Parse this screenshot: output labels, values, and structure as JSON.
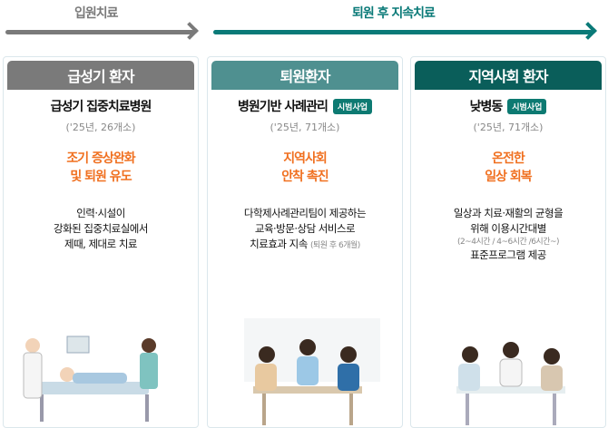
{
  "phases": [
    {
      "label": "입원치료",
      "color": "#7a7a7a"
    },
    {
      "label": "퇴원 후 지속치료",
      "color": "#0a7a78"
    }
  ],
  "cards": [
    {
      "header": "급성기 환자",
      "header_color": "#7a7a7a",
      "title": "급성기 집중치료병원",
      "badge": null,
      "sub": "('25년, 26개소)",
      "goal": [
        "조기 증상완화",
        "및 퇴원 유도"
      ],
      "desc": [
        "인력·시설이",
        "강화된 집중치료실에서",
        "제때, 제대로 치료"
      ],
      "illustration": "hospital-bed-illustration"
    },
    {
      "header": "퇴원환자",
      "header_color": "#4f9090",
      "title": "병원기반 사례관리",
      "badge": "시범사업",
      "sub": "('25년, 71개소)",
      "goal": [
        "지역사회",
        "안착 촉진"
      ],
      "desc": [
        "다학제사례관리팀이 제공하는",
        "교육·방문·상담 서비스로",
        "치료효과 지속"
      ],
      "desc_note": "(퇴원 후 6개월)",
      "illustration": "counseling-illustration"
    },
    {
      "header": "지역사회 환자",
      "header_color": "#0a5e5a",
      "title": "낮병동",
      "badge": "시범사업",
      "sub": "('25년, 71개소)",
      "goal": [
        "온전한",
        "일상 회복"
      ],
      "desc": [
        "일상과 치료·재활의 균형을",
        "위해 이용시간대별"
      ],
      "desc_note": "(2~4시간 / 4~6시간 /6시간~)",
      "desc_last": "표준프로그램 제공",
      "illustration": "day-ward-illustration"
    }
  ]
}
